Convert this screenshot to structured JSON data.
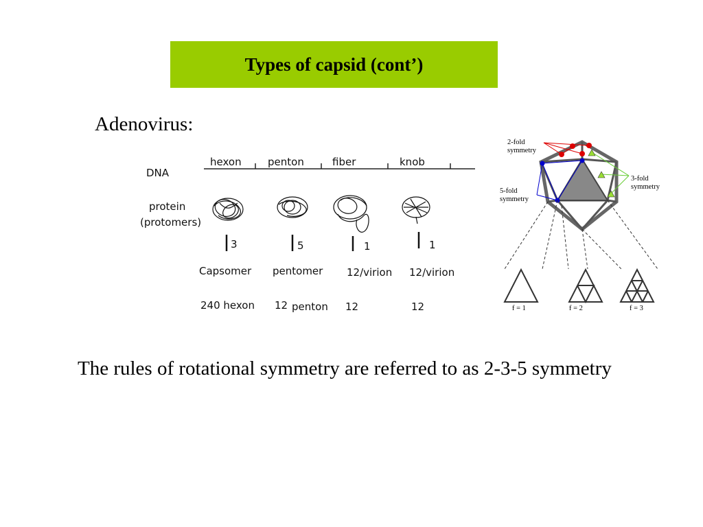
{
  "slide": {
    "title": "Types of capsid (cont’)",
    "subtitle": "Adenovirus:",
    "body": "The rules of rotational symmetry are referred to as 2-3-5 symmetry"
  },
  "adenovirus_diagram": {
    "row_labels": {
      "dna": "DNA",
      "protein_line1": "protein",
      "protein_line2": "(protomers)"
    },
    "genes": [
      {
        "gene": "hexon",
        "count": "3",
        "unit": "Capsomer",
        "per_virion": "240 hexon"
      },
      {
        "gene": "penton",
        "count": "5",
        "unit": "pentomer",
        "per_virion_num": "12",
        "per_virion_word": "penton"
      },
      {
        "gene": "fiber",
        "count": "1",
        "unit": "12/virion",
        "per_virion": "12"
      },
      {
        "gene": "knob",
        "count": "1",
        "unit": "12/virion",
        "per_virion": "12"
      }
    ]
  },
  "icosahedron_diagram": {
    "labels": {
      "two_fold_line1": "2-fold",
      "two_fold_line2": "symmetry",
      "three_fold_line1": "3-fold",
      "three_fold_line2": "symmetry",
      "five_fold_line1": "5-fold",
      "five_fold_line2": "symmetry"
    },
    "facets": [
      "f = 1",
      "f = 2",
      "f = 3"
    ],
    "colors": {
      "two_fold": "#dd0000",
      "three_fold": "#99dd33",
      "five_fold": "#0000cc"
    }
  }
}
